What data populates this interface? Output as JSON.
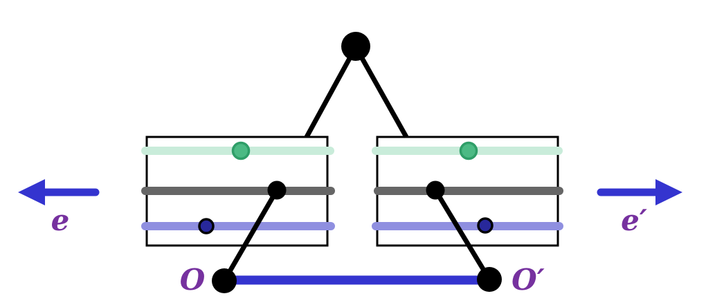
{
  "diagram": {
    "labels": {
      "left_arrow": "e",
      "right_arrow": "e′",
      "left_origin": "O",
      "right_origin": "O′"
    },
    "colors": {
      "black": "#000000",
      "white": "#ffffff",
      "mint_bar": "#c9ecda",
      "green_marker_fill": "#4cba84",
      "green_marker_stroke": "#2f9e68",
      "gray_bar": "#666666",
      "periwinkle_bar": "#8f8fe0",
      "navy_marker_fill": "#28289b",
      "blue_accent": "#3434cf",
      "purple_label": "#76319f"
    }
  }
}
